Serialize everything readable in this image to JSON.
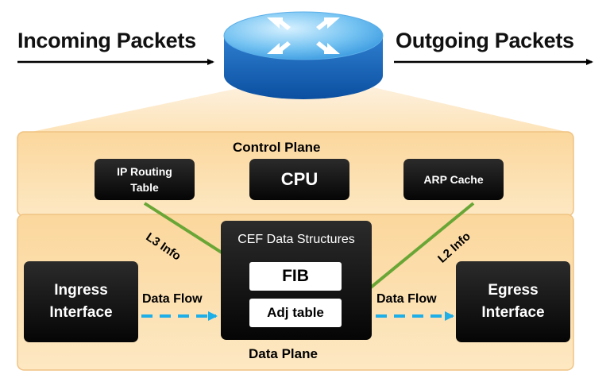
{
  "incoming_label": "Incoming Packets",
  "outgoing_label": "Outgoing Packets",
  "control_plane": {
    "title": "Control Plane",
    "ip_routing_table": "IP Routing Table",
    "cpu": "CPU",
    "arp_cache": "ARP Cache"
  },
  "data_plane": {
    "title": "Data Plane",
    "ingress": "Ingress Interface",
    "egress": "Egress Interface",
    "cef_title": "CEF Data Structures",
    "fib": "FIB",
    "adj_table": "Adj table",
    "data_flow_left": "Data Flow",
    "data_flow_right": "Data Flow"
  },
  "l3_info": "L3 Info",
  "l2_info": "L2 Info",
  "colors": {
    "plane_fill": "#fbd9a0",
    "plane_border": "#f0c383",
    "router": "#4a96d8",
    "green_arrow": "#6aa636",
    "dash_arrow": "#1eaee8"
  }
}
